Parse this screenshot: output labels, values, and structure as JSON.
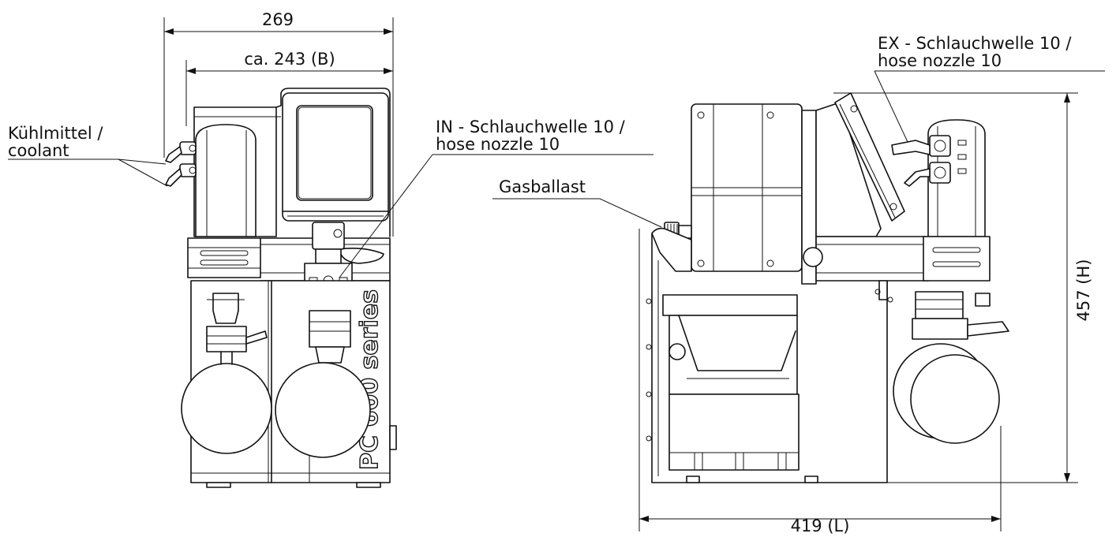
{
  "dimensions": {
    "total_width": "269",
    "body_width": "ca. 243 (B)",
    "height": "457 (H)",
    "length": "419 (L)"
  },
  "labels": {
    "coolant_line1": "Kühlmittel /",
    "coolant_line2": "coolant",
    "inlet_line1": "IN - Schlauchwelle 10 /",
    "inlet_line2": "hose nozzle 10",
    "gas_ballast": "Gasballast",
    "exhaust_line1": "EX - Schlauchwelle 10 /",
    "exhaust_line2": "hose nozzle 10"
  },
  "brand_text": "PC 600 series",
  "colors": {
    "line": "#111111",
    "background": "#ffffff"
  }
}
